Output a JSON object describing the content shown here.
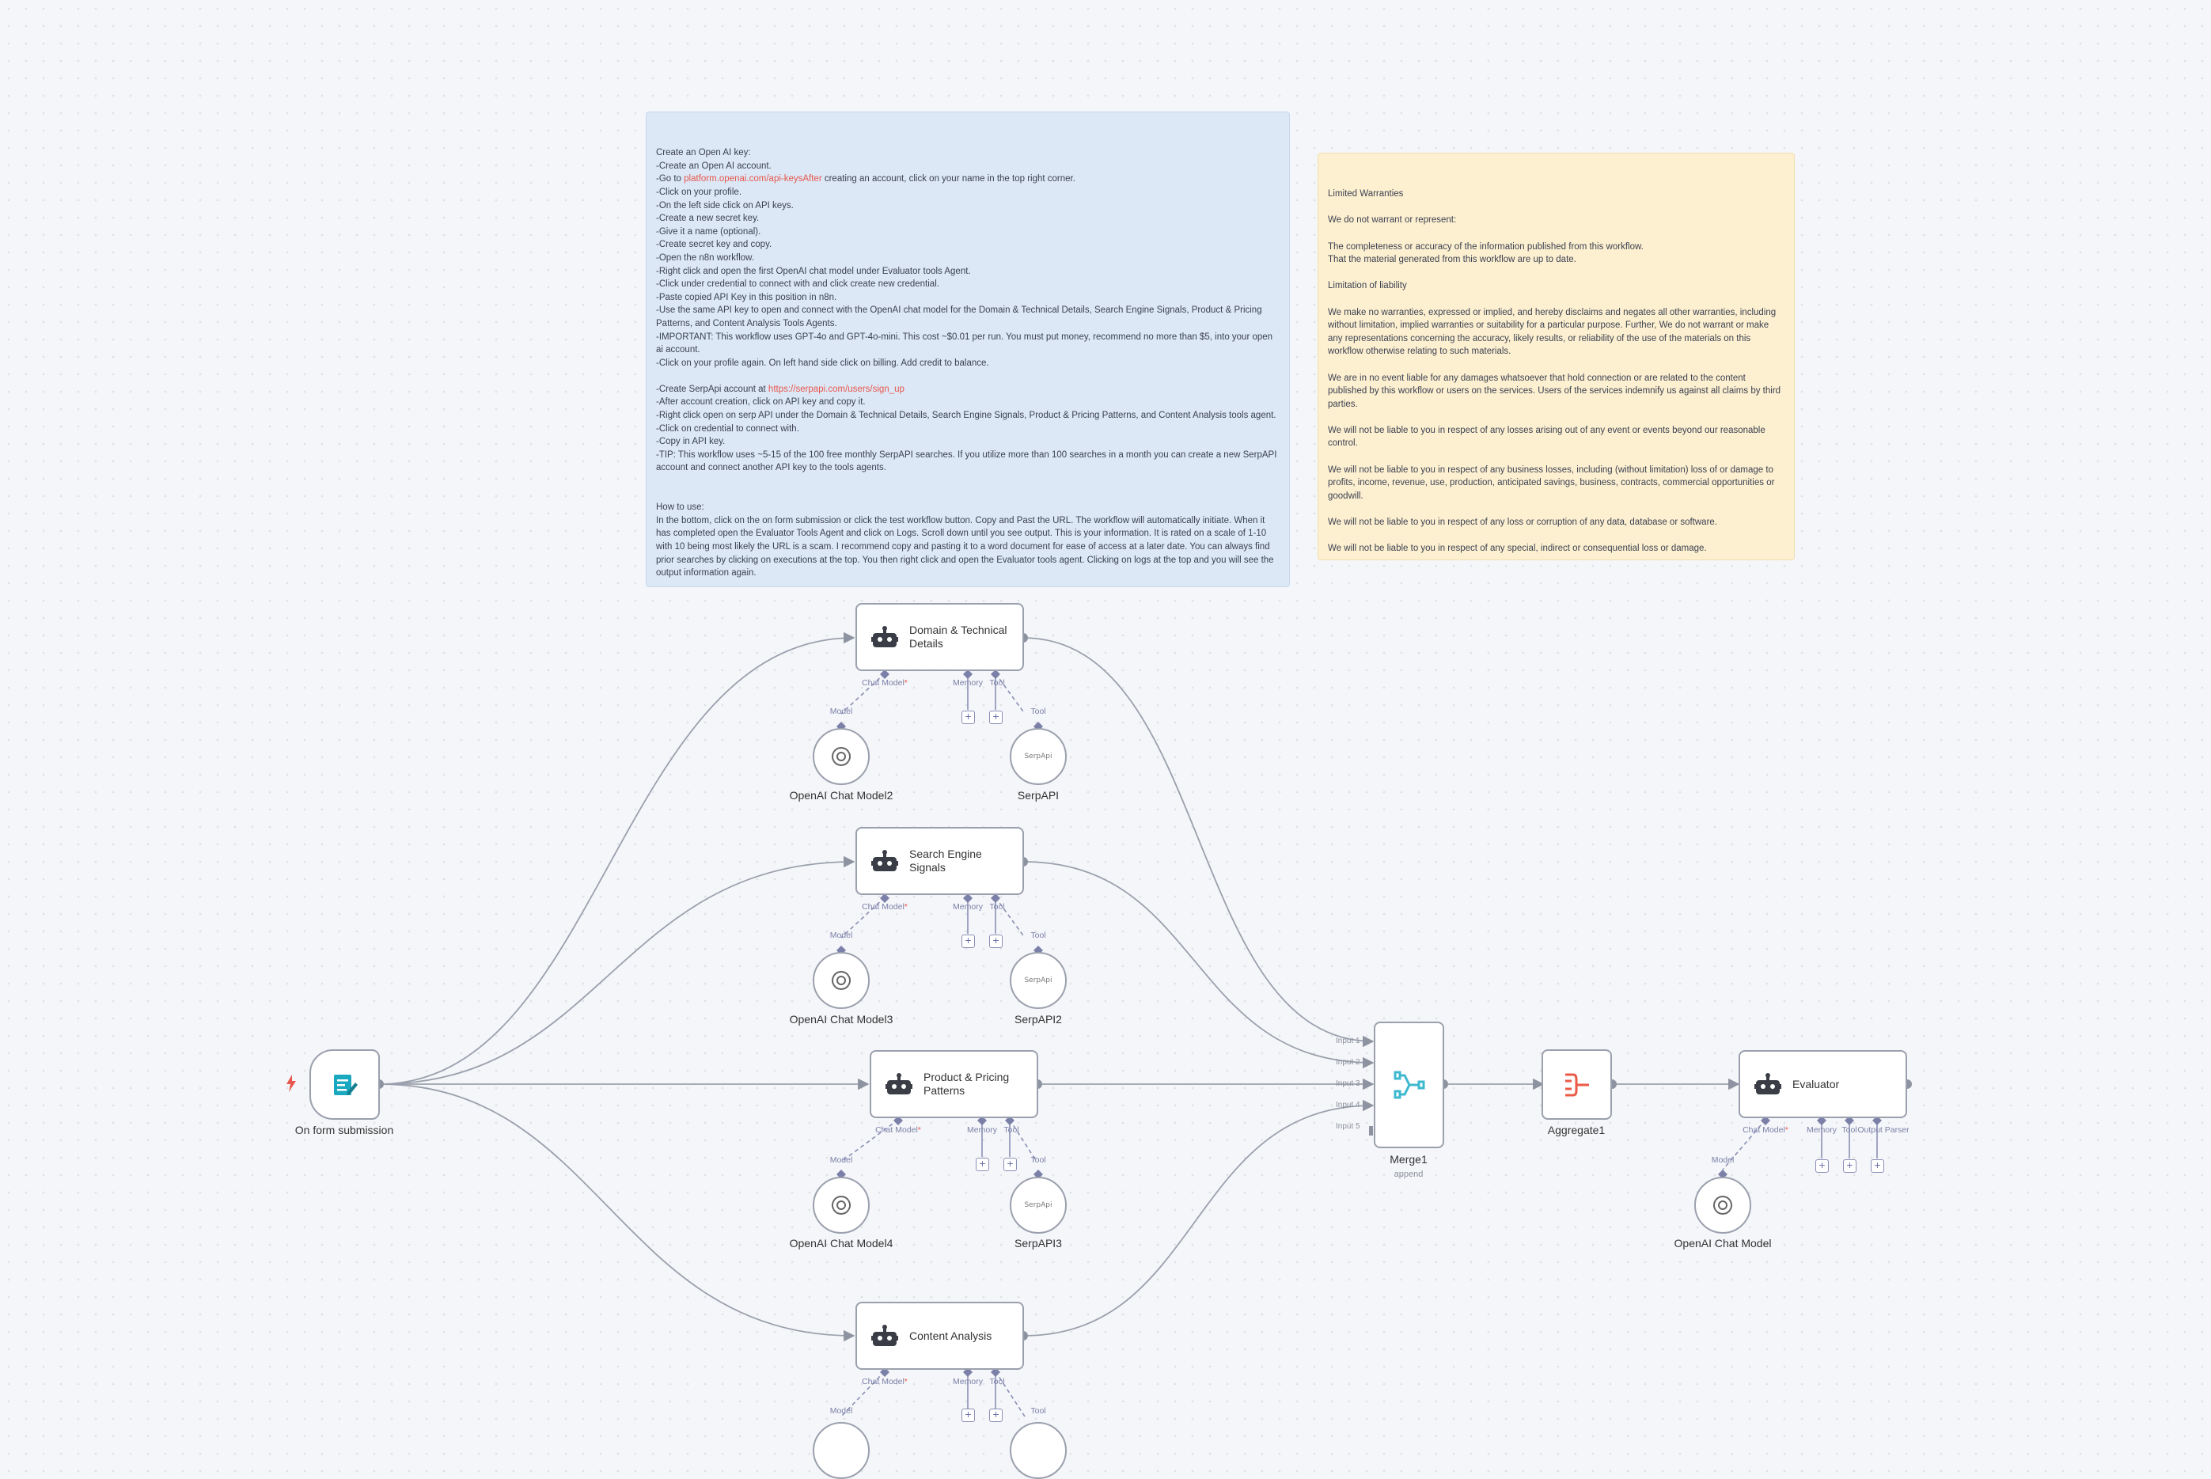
{
  "sticky_setup": {
    "lines": [
      {
        "t": "Create an Open AI key:"
      },
      {
        "t": "-Create an Open AI account."
      },
      {
        "pre": "-Go to ",
        "link": "platform.openai.com/api-keysAfter",
        "post": " creating an account, click on your name in the top right corner."
      },
      {
        "t": "-Click on your profile."
      },
      {
        "t": "-On the left side click on API keys."
      },
      {
        "t": "-Create a new secret key."
      },
      {
        "t": "-Give it a name (optional)."
      },
      {
        "t": "-Create secret key and copy."
      },
      {
        "t": "-Open the n8n workflow."
      },
      {
        "t": "-Right click and open the first OpenAI chat model under Evaluator tools Agent."
      },
      {
        "t": "-Click under credential to connect with and click create new credential."
      },
      {
        "t": "-Paste copied API Key in this position in n8n."
      },
      {
        "t": "-Use the same API key to open and connect with the OpenAI chat model for the Domain & Technical Details, Search Engine Signals, Product & Pricing Patterns, and Content Analysis Tools Agents."
      },
      {
        "t": "-IMPORTANT: This workflow uses GPT-4o and GPT-4o-mini. This cost ~$0.01 per run. You must put money, recommend no more than $5, into your open ai account."
      },
      {
        "t": "-Click on your profile again. On left hand side click on billing. Add credit to balance."
      },
      {
        "t": ""
      },
      {
        "pre": "-Create SerpApi account at ",
        "link": "https://serpapi.com/users/sign_up",
        "post": ""
      },
      {
        "t": "-After account creation, click on API key and copy it."
      },
      {
        "t": "-Right click open on serp API under the Domain & Technical Details, Search Engine Signals, Product & Pricing Patterns, and Content Analysis tools agent."
      },
      {
        "t": "-Click on credential to connect with."
      },
      {
        "t": "-Copy in API key."
      },
      {
        "t": "-TIP: This workflow uses ~5-15 of the 100 free monthly SerpAPI searches. If you utilize more than 100 searches in a month you can create a new SerpAPI account and connect another API key to the tools agents."
      },
      {
        "t": ""
      },
      {
        "t": ""
      },
      {
        "t": "How to use:"
      },
      {
        "t": "In the bottom, click on the on form submission or click the test workflow button. Copy and Past the URL. The workflow will automatically initiate. When it has completed open the Evaluator Tools Agent and click on Logs. Scroll down until you see output. This is your information. It is rated on a scale of 1-10 with 10 being most likely the URL is a scam. I recommend copy and pasting it to a word document for ease of access at a later date. You can always find prior searches by clicking on executions at the top. You then right click and open the Evaluator tools agent. Clicking on logs at the top and you will see the output information again."
      }
    ]
  },
  "sticky_warranty": {
    "lines": [
      "Limited Warranties",
      "",
      "We do not warrant or represent:",
      "",
      "The completeness or accuracy of the information published from this workflow.",
      "That the material generated from this workflow are up to date.",
      "",
      "Limitation of liability",
      "",
      "We make no warranties, expressed or implied, and hereby disclaims and negates all other warranties, including without limitation, implied warranties or suitability for a particular purpose. Further, We do not warrant or make any representations concerning the accuracy, likely results, or reliability of the use of the materials on this workflow otherwise relating to such materials.",
      "",
      "We are in no event liable for any damages whatsoever that hold connection or are related to the content published by this workflow or users on the services. Users of the services indemnify us against all claims by third parties.",
      "",
      "We will not be liable to you in respect of any losses arising out of any event or events beyond our reasonable control.",
      "",
      "We will not be liable to you in respect of any business losses, including (without limitation) loss of or damage to profits, income, revenue, use, production, anticipated savings, business, contracts, commercial opportunities or goodwill.",
      "",
      "We will not be liable to you in respect of any loss or corruption of any data, database or software.",
      "",
      "We will not be liable to you in respect of any special, indirect or consequential loss or damage."
    ]
  },
  "nodes": {
    "trigger": {
      "label": "On form submission",
      "icon": "form-icon"
    },
    "agent_domain": {
      "title": "Domain & Technical Details"
    },
    "agent_search": {
      "title": "Search Engine Signals"
    },
    "agent_product": {
      "title": "Product & Pricing Patterns"
    },
    "agent_content": {
      "title": "Content Analysis"
    },
    "agent_evaluator": {
      "title": "Evaluator"
    },
    "merge": {
      "label": "Merge1",
      "sublabel": "append",
      "inputs": [
        "Input 1",
        "Input 2",
        "Input 3",
        "Input 4",
        "Input 5"
      ]
    },
    "aggregate": {
      "label": "Aggregate1"
    },
    "model_domain": {
      "label": "OpenAI Chat Model2"
    },
    "model_search": {
      "label": "OpenAI Chat Model3"
    },
    "model_product": {
      "label": "OpenAI Chat Model4"
    },
    "model_evaluator": {
      "label": "OpenAI Chat Model"
    },
    "serp_domain": {
      "label": "SerpAPI"
    },
    "serp_search": {
      "label": "SerpAPI2"
    },
    "serp_product": {
      "label": "SerpAPI3"
    },
    "serp_logo_text": "SerpApi"
  },
  "ports": {
    "chat_model": "Chat Model",
    "required_mark": "*",
    "memory": "Memory",
    "tool": "Tool",
    "output_parser": "Output Parser",
    "model": "Model"
  },
  "colors": {
    "canvas": "#f5f6f9",
    "wire": "#9aa0ad",
    "port": "#7b80a8",
    "form_icon": "#1aa8c0",
    "aggregate_icon": "#ea5a47",
    "merge_icon": "#3db8cf",
    "link": "#e8574d"
  }
}
